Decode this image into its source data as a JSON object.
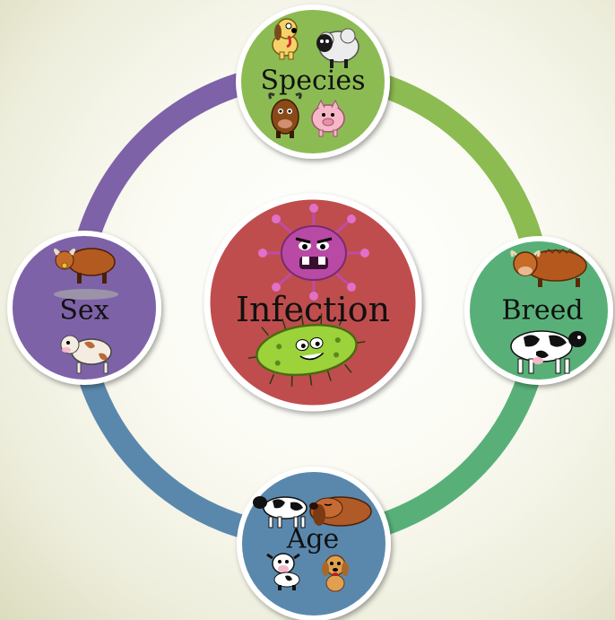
{
  "center": {
    "label": "Infection",
    "color": "#c04d4d",
    "icons": [
      "virus-icon",
      "bacteria-icon"
    ]
  },
  "nodes": [
    {
      "key": "species",
      "label": "Species",
      "color": "#8cbb52",
      "icons": [
        "dog-icon",
        "sheep-icon",
        "bull-icon",
        "pig-icon"
      ]
    },
    {
      "key": "breed",
      "label": "Breed",
      "color": "#58b078",
      "icons": [
        "highland-cow-icon",
        "holstein-cow-icon"
      ]
    },
    {
      "key": "age",
      "label": "Age",
      "color": "#5a88ad",
      "icons": [
        "cow-icon",
        "sleeping-dog-icon",
        "calf-icon",
        "puppy-icon"
      ]
    },
    {
      "key": "sex",
      "label": "Sex",
      "color": "#7e62a8",
      "icons": [
        "bull-icon",
        "cow-icon"
      ]
    }
  ],
  "ring_colors": {
    "top_right": "#8cbb52",
    "bottom_right": "#58b078",
    "bottom_left": "#5a88ad",
    "top_left": "#7e62a8"
  }
}
